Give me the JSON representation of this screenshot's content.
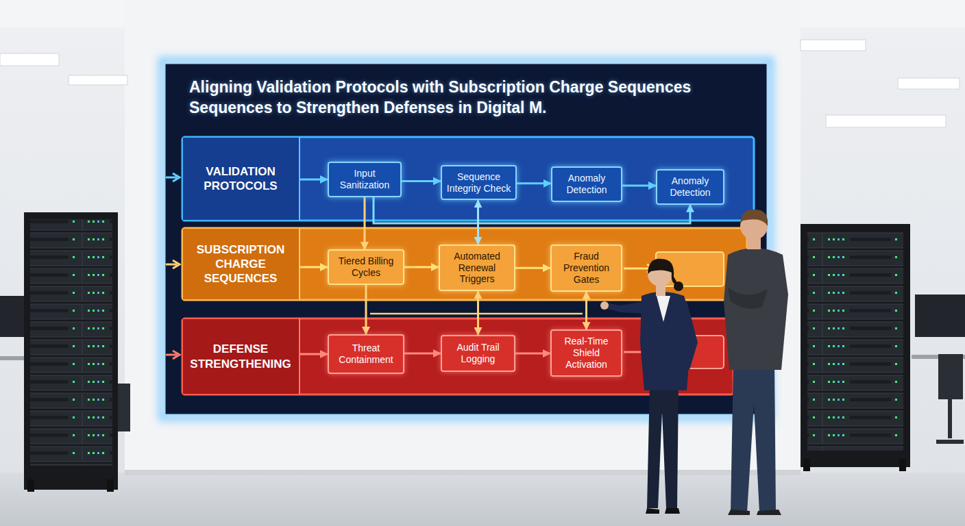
{
  "diagram": {
    "title": "Aligning Validation Protocols with Subscription Charge Sequences Sequences to Strengthen Defenses in Digital M.",
    "nodes": [
      {
        "text": [
          "VALIDATION PROTOCOLS"
        ]
      },
      {
        "text": [
          "Input Sanitization"
        ]
      },
      {
        "text": [
          "Sequence Integrity Check"
        ]
      },
      {
        "text": [
          "Anomaly Detection"
        ]
      },
      {
        "text": [
          "Anomaly Detection"
        ]
      },
      {
        "text": [
          "SUBSCRIPTION CHARGE SEQUENCES"
        ]
      },
      {
        "text": [
          "Tiered Billing Cycles"
        ]
      },
      {
        "text": [
          "Automated Renewal Triggers"
        ]
      },
      {
        "text": [
          "Fraud Prevention Gates"
        ]
      },
      {
        "text": [
          "DEFENSE STRENGTHENING"
        ]
      },
      {
        "text": [
          "Threat Containment"
        ]
      },
      {
        "text": [
          "Audit Trail Logging"
        ]
      },
      {
        "text": [
          "Real-Time Shield Activation"
        ]
      }
    ],
    "edges": [
      {
        "from": 0,
        "to": 1,
        "arrow": "to"
      },
      {
        "from": 1,
        "to": 2,
        "arrow": "to"
      },
      {
        "from": 2,
        "to": 3,
        "arrow": "to"
      },
      {
        "from": 3,
        "to": 4,
        "arrow": "to"
      },
      {
        "from": 1,
        "to": 6,
        "arrow": "to"
      },
      {
        "from": 1,
        "to": 4,
        "arrow": "to"
      },
      {
        "from": 2,
        "to": 7,
        "arrow": "both"
      },
      {
        "from": 5,
        "to": 6,
        "arrow": "to"
      },
      {
        "from": 6,
        "to": 7,
        "arrow": "to"
      },
      {
        "from": 7,
        "to": 8,
        "arrow": "to"
      },
      {
        "from": 6,
        "to": 10,
        "arrow": "to"
      },
      {
        "from": 7,
        "to": 11,
        "arrow": "both"
      },
      {
        "from": 8,
        "to": 12,
        "arrow": "both"
      },
      {
        "from": 9,
        "to": 10,
        "arrow": "to"
      },
      {
        "from": 10,
        "to": 11,
        "arrow": "to"
      },
      {
        "from": 11,
        "to": 12,
        "arrow": "to"
      }
    ]
  }
}
